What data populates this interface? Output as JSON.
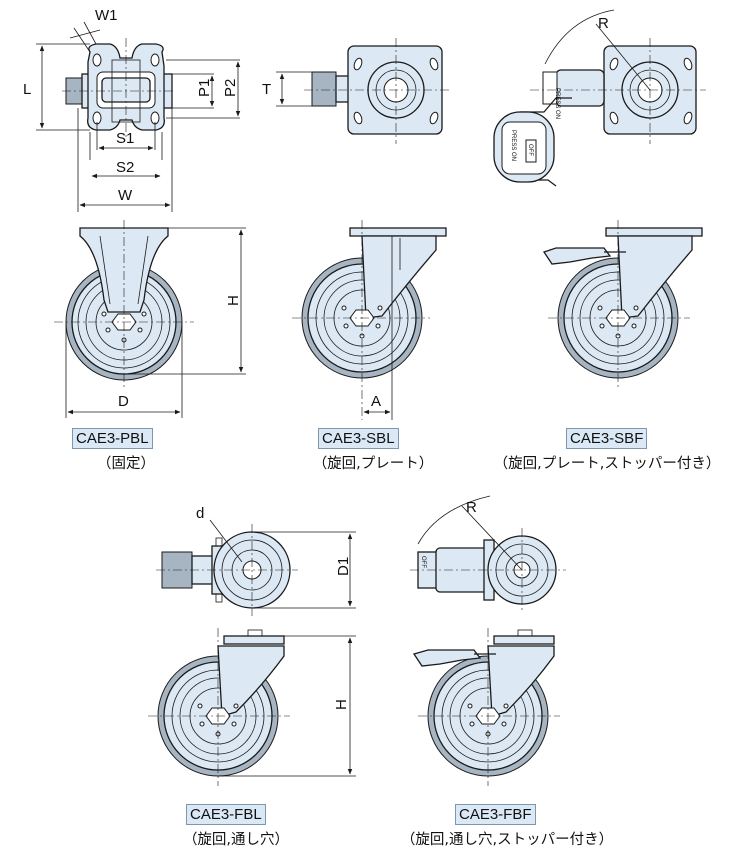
{
  "colors": {
    "part_fill": "#dce8f3",
    "wheel_tread": "#a7b5c3",
    "label_bg": "#dbe9f6",
    "line": "#1a1a1a"
  },
  "dimensions": {
    "W1": "W1",
    "L": "L",
    "P1": "P1",
    "P2": "P2",
    "S1": "S1",
    "S2": "S2",
    "W": "W",
    "T": "T",
    "R": "R",
    "H": "H",
    "D": "D",
    "A": "A",
    "d": "d",
    "D1": "D1"
  },
  "stopper_text": {
    "press_on": "PRESS ON",
    "off": "OFF"
  },
  "models": [
    {
      "code": "CAE3-PBL",
      "desc": "（固定）"
    },
    {
      "code": "CAE3-SBL",
      "desc": "（旋回,プレート）"
    },
    {
      "code": "CAE3-SBF",
      "desc": "（旋回,プレート,ストッパー付き）"
    },
    {
      "code": "CAE3-FBL",
      "desc": "（旋回,通し穴）"
    },
    {
      "code": "CAE3-FBF",
      "desc": "（旋回,通し穴,ストッパー付き）"
    }
  ]
}
